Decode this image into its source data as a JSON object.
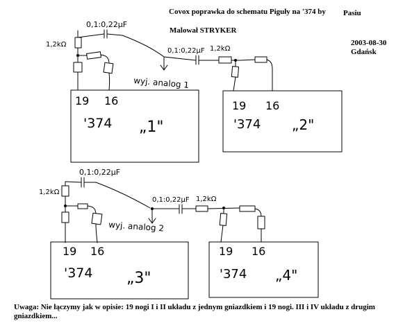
{
  "header": {
    "title": "Covox poprawka do schematu Piguły na '374 by",
    "author": "Pasiu",
    "drawn_by": "Malował STRYKER",
    "date": "2003-08-30",
    "city": "Gdańsk"
  },
  "section_top": {
    "cap_main": "0,1:0,22μF",
    "resistor_left": "1,2kΩ",
    "cap_series": "0,1:0,22μF",
    "resistor_series": "1,2kΩ",
    "output_label": "wyj. analog 1",
    "chip_left": {
      "pin_a": "19",
      "pin_b": "16",
      "name": "'374",
      "number": "„1\""
    },
    "chip_right": {
      "pin_a": "19",
      "pin_b": "16",
      "name": "'374",
      "number": "„2\""
    }
  },
  "section_bottom": {
    "cap_main": "0,1:0,22μF",
    "resistor_left": "1,2kΩ",
    "cap_series": "0,1:0,22μF",
    "resistor_series": "1,2kΩ",
    "output_label": "wyj. analog 2",
    "chip_left": {
      "pin_a": "19",
      "pin_b": "16",
      "name": "'374",
      "number": "„3\""
    },
    "chip_right": {
      "pin_a": "19",
      "pin_b": "16",
      "name": "'374",
      "number": "„4\""
    }
  },
  "footer": {
    "note": "Uwaga: Nie łączymy jak w opisie: 19 nogi I i II układu z jednym gniazdkiem i 19 nogi. III i IV układu z drugim gniazdkiem..."
  }
}
